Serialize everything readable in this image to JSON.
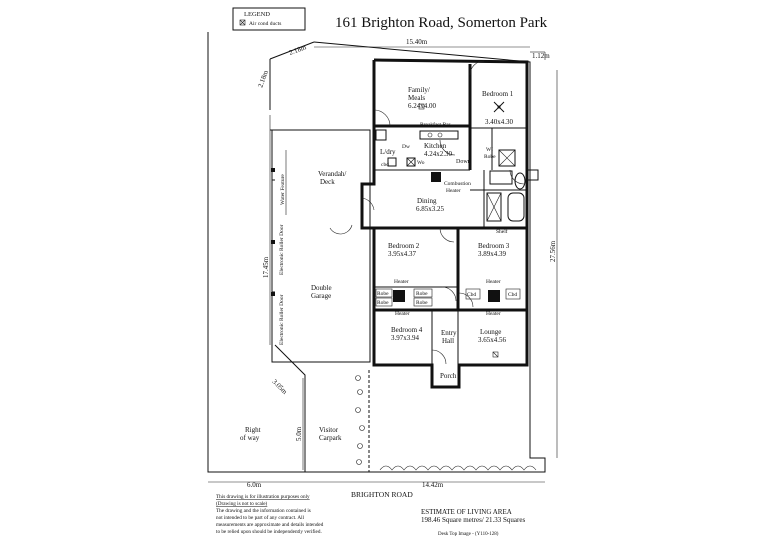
{
  "legend": {
    "title": "LEGEND",
    "item_label": "Air cond ducts"
  },
  "title": "161 Brighton Road,  Somerton Park",
  "dims": {
    "top_width": "15.40m",
    "top_right_offset": "1.12m",
    "diag_top": "2.18m",
    "diag_left": "2.18m",
    "left_height": "17.45m",
    "right_height": "27.56m",
    "angled_front": "3.05m",
    "right_of_way_width": "5.0m",
    "bottom_left": "6.0m",
    "bottom_right": "14.42m"
  },
  "rooms": {
    "family": {
      "name": "Family/",
      "name2": "Meals",
      "size": "6.24x4.00"
    },
    "bedroom1": {
      "name": "Bedroom 1",
      "size": "3.40x4.30"
    },
    "breakfast_bar": "Breakfast Bar",
    "laundry": "L/dry",
    "dw": "Dw",
    "kitchen": {
      "name": "Kitchen",
      "size": "4.24x2.30"
    },
    "wi_robe": {
      "line1": "WI",
      "line2": "Robe"
    },
    "cbd": "cbd",
    "wo": "Wo",
    "down": "Down",
    "verandah": {
      "name": "Verandah/",
      "name2": "Deck"
    },
    "water_feature": "Water Feature",
    "combustion_heater": {
      "line1": "Combustion",
      "line2": "Heater"
    },
    "dining": {
      "name": "Dining",
      "size": "6.85x3.25"
    },
    "shelf": "Shelf",
    "bedroom2": {
      "name": "Bedroom 2",
      "size": "3.95x4.37"
    },
    "bedroom3": {
      "name": "Bedroom 3",
      "size": "3.89x4.39"
    },
    "electronic_roller_door_1": "Electronic Roller Door",
    "garage": {
      "name": "Double",
      "name2": "Garage"
    },
    "heater_top": "Heater",
    "heater_top_right": "Heater",
    "robe_a": "Robe",
    "robe_b": "Robe",
    "robe_c": "Robe",
    "robe_d": "Robe",
    "cbd_left": "Cbd",
    "cbd_right": "Cbd",
    "heater_bottom": "Heater",
    "heater_bottom_right": "Heater",
    "electronic_roller_door_2": "Electronic Roller Door",
    "bedroom4": {
      "name": "Bedroom 4",
      "size": "3.97x3.94"
    },
    "entry": {
      "name": "Entry",
      "name2": "Hall"
    },
    "lounge": {
      "name": "Lounge",
      "size": "3.65x4.56"
    },
    "porch": "Porch",
    "right_of_way": {
      "line1": "Right",
      "line2": "of way"
    },
    "visitor": {
      "line1": "Visitor",
      "line2": "Carpark"
    }
  },
  "street": "BRIGHTON ROAD",
  "disclaimer": {
    "line1": "This drawing is for illustration purposes only",
    "line2": "(Drawing is not to scale)",
    "line3": "The drawing and the information contained is",
    "line4": "not intended to be part of any contract.  All",
    "line5": "measurements are approximate and details intended",
    "line6": "to be relied upon should be independently verified."
  },
  "estimate": {
    "title": "ESTIMATE OF LIVING AREA",
    "value": "198.46 Square metres/  21.33 Squares"
  },
  "credit": "Desk Top Image - (Y110-128)"
}
